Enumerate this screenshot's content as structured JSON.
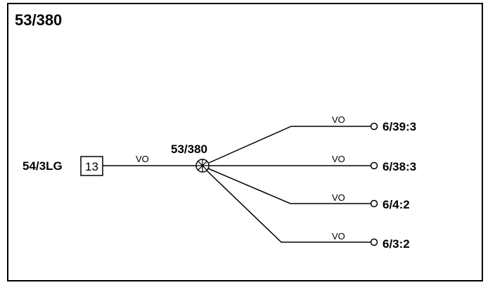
{
  "diagram": {
    "title": "53/380",
    "source_connector": {
      "label": "54/3LG",
      "pin": "13"
    },
    "splice": {
      "label": "53/380"
    },
    "source_wire": {
      "color": "VO"
    },
    "branches": [
      {
        "wire": "VO",
        "destination": "6/39:3"
      },
      {
        "wire": "VO",
        "destination": "6/38:3"
      },
      {
        "wire": "VO",
        "destination": "6/4:2"
      },
      {
        "wire": "VO",
        "destination": "6/3:2"
      }
    ]
  }
}
